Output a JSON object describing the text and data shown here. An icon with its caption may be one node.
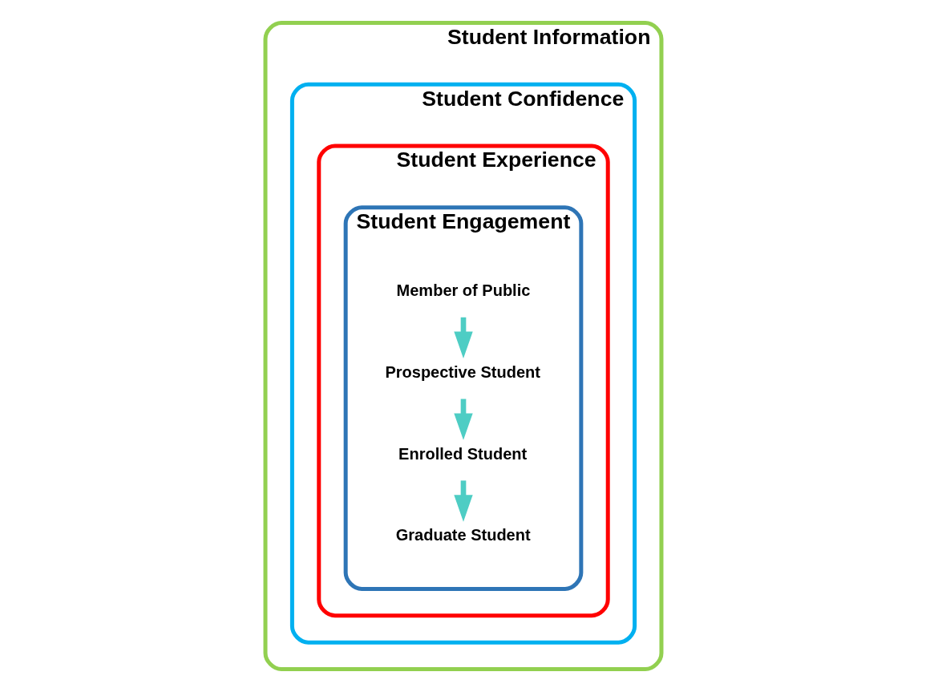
{
  "diagram": {
    "nodes": [
      {
        "text": [
          "Student Information"
        ]
      },
      {
        "text": [
          "Student Confidence"
        ],
        "in": 0
      },
      {
        "text": [
          "Student Experience"
        ],
        "in": 1
      },
      {
        "text": [
          "Student Engagement"
        ],
        "in": 2
      },
      {
        "text": [
          "Member of Public"
        ],
        "in": 3
      },
      {
        "text": [
          "Prospective Student"
        ],
        "in": 3
      },
      {
        "text": [
          "Enrolled Student"
        ],
        "in": 3
      },
      {
        "text": [
          "Graduate Student"
        ],
        "in": 3
      }
    ],
    "edges": [
      {
        "from": 4,
        "to": 5,
        "arrow": "to"
      },
      {
        "from": 5,
        "to": 6,
        "arrow": "to"
      },
      {
        "from": 6,
        "to": 7,
        "arrow": "to"
      }
    ]
  }
}
